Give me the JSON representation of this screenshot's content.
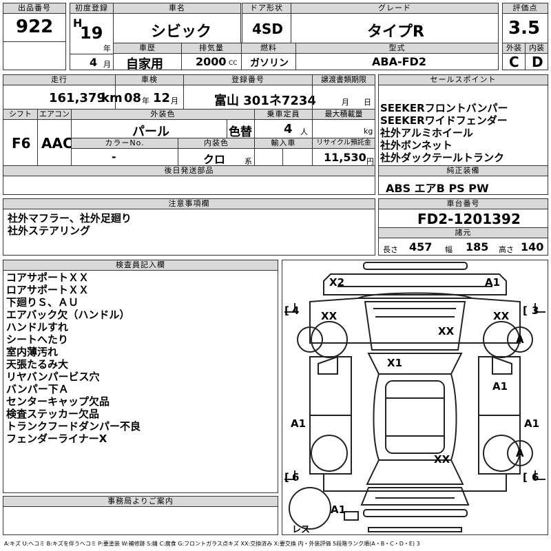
{
  "lot": {
    "label": "出品番号",
    "value": "922"
  },
  "first_reg": {
    "label": "初度登録",
    "era": "H",
    "year": "19",
    "year_unit": "年",
    "month": "4",
    "month_unit": "月"
  },
  "car_name": {
    "label": "車名",
    "value": "シビック"
  },
  "door": {
    "label": "ドア形状",
    "value": "4SD"
  },
  "grade": {
    "label": "グレード",
    "value": "タイプR"
  },
  "score": {
    "label": "評価点",
    "value": "3.5"
  },
  "exterior": {
    "label": "外装",
    "value": "C"
  },
  "interior": {
    "label": "内装",
    "value": "D"
  },
  "history": {
    "label": "車歴",
    "value": "自家用"
  },
  "displacement": {
    "label": "排気量",
    "value": "2000",
    "unit": "CC"
  },
  "fuel": {
    "label": "燃料",
    "value": "ガソリン"
  },
  "model": {
    "label": "型式",
    "value": "ABA-FD2"
  },
  "mileage": {
    "label": "走行",
    "value": "161,379",
    "unit": "km"
  },
  "inspection": {
    "label": "車検",
    "year": "08",
    "year_unit": "年",
    "month": "12",
    "month_unit": "月"
  },
  "plate": {
    "label": "登録番号",
    "value": "富山 301ネ7234"
  },
  "transfer": {
    "label": "譲渡書類期限",
    "month_unit": "月",
    "day_unit": "日"
  },
  "sales_points": {
    "label": "セールスポイント",
    "items": [
      "SEEKERフロントバンパー",
      "SEEKERワイドフェンダー",
      "社外アルミホイール",
      "社外ボンネット",
      "社外ダックテールトランク"
    ]
  },
  "shift": {
    "label": "シフト",
    "value": "F6"
  },
  "aircon": {
    "label": "エアコン",
    "value": "AAC"
  },
  "ext_color": {
    "label": "外装色",
    "value": "パール",
    "repaint": "色替"
  },
  "capacity": {
    "label": "乗車定員",
    "value": "4",
    "unit": "人"
  },
  "max_load": {
    "label": "最大積載量",
    "unit": "kg"
  },
  "color_no": {
    "label": "カラーNo.",
    "value": "-"
  },
  "int_color": {
    "label": "内装色",
    "value": "クロ",
    "unit": "系"
  },
  "import": {
    "label": "輸入車"
  },
  "recycle": {
    "label": "リサイクル預託金",
    "value": "11,530",
    "unit": "円"
  },
  "later_parts": {
    "label": "後日発送部品"
  },
  "equipment": {
    "label": "純正装備",
    "value": "ABS エアB PS PW"
  },
  "notes": {
    "label": "注意事項欄",
    "lines": [
      "社外マフラー、社外足廻り",
      "社外ステアリング"
    ]
  },
  "chassis": {
    "label": "車台番号",
    "value": "FD2-1201392"
  },
  "specs": {
    "label": "諸元",
    "length_label": "長さ",
    "length": "457",
    "width_label": "幅",
    "width": "185",
    "height_label": "高さ",
    "height": "140"
  },
  "inspector": {
    "label": "検査員記入欄",
    "items": [
      "コアサポートＸＸ",
      "ロアサポートＸＸ",
      "下廻りＳ、ＡＵ",
      "エアバック欠（ハンドル）",
      "ハンドルすれ",
      "シートへたり",
      "室内薄汚れ",
      "天張たるみ大",
      "リヤバンパービス穴",
      "バンパー下Ａ",
      "センターキャップ欠品",
      "検査ステッカー欠品",
      "トランクフードダンパー不良",
      "フェンダーライナーX"
    ]
  },
  "office": {
    "label": "事務局よりご案内"
  },
  "diagram": {
    "tires": {
      "fl": "4",
      "fr": "3",
      "rl": "6",
      "rr": "6"
    },
    "marks": {
      "front_bumper_left": "X2",
      "front_bumper_right": "A1",
      "fl_wheel": "XX",
      "fr_wheel": "XX",
      "fr_rim": "A",
      "hood": "XX",
      "roof": "X1",
      "right_door": "A1",
      "left_body": "A1",
      "right_body": "A1",
      "trunk": "XX",
      "rr_rim": "A",
      "rear_bumper": "A1"
    },
    "spare": "レス"
  },
  "legend": "A:キズ U:ヘコミ B:キズを伴うヘコミ P:要塗装 W:補修跡 S:錆 C:腐食 G:フロントガラス点キズ XX:交換済み X:要交換 内・外装評価 5段階ランク順(A・B・C・D・E) 3"
}
